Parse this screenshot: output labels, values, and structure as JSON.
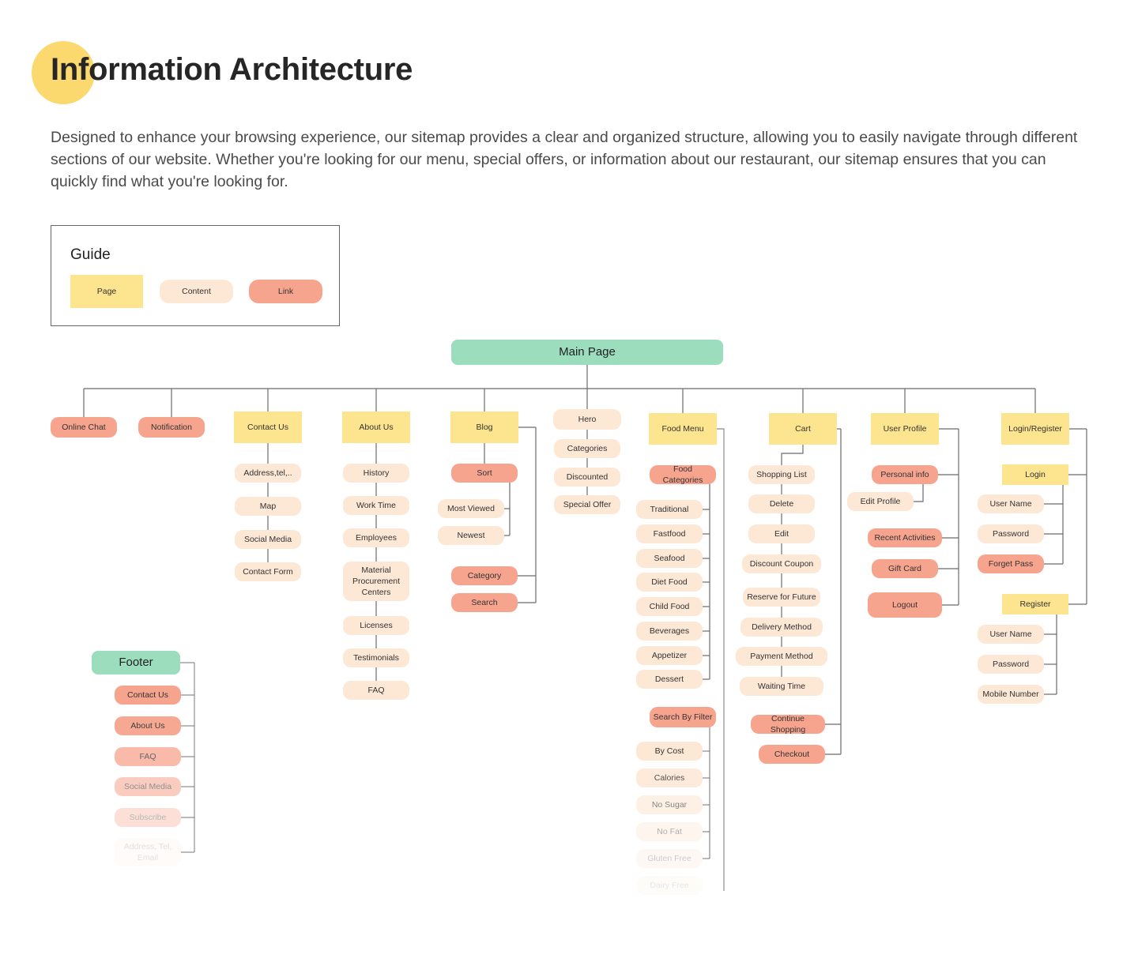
{
  "title": "Information Architecture",
  "intro": "Designed to enhance your browsing experience, our sitemap provides a clear and organized structure, allowing you to easily navigate through different sections of our website. Whether you're looking for our menu, special offers, or information about our restaurant, our sitemap ensures that you can quickly find what you're looking for.",
  "guide": {
    "title": "Guide",
    "page_label": "Page",
    "content_label": "Content",
    "link_label": "Link"
  },
  "colors": {
    "page": "#fde48e",
    "content": "#fde7d5",
    "link": "#f7a48e",
    "main": "#9bddbd",
    "connector": "#6b6b6b",
    "accent_dot": "#fcd96e"
  },
  "sitemap": {
    "root": "Main Page",
    "sections": [
      {
        "label": "Online Chat",
        "kind": "link",
        "children": []
      },
      {
        "label": "Notification",
        "kind": "link",
        "children": []
      },
      {
        "label": "Contact Us",
        "kind": "page",
        "children": [
          {
            "label": "Address,tel,..",
            "kind": "content"
          },
          {
            "label": "Map",
            "kind": "content"
          },
          {
            "label": "Social Media",
            "kind": "content"
          },
          {
            "label": "Contact  Form",
            "kind": "content"
          }
        ]
      },
      {
        "label": "About Us",
        "kind": "page",
        "children": [
          {
            "label": "History",
            "kind": "content"
          },
          {
            "label": "Work Time",
            "kind": "content"
          },
          {
            "label": "Employees",
            "kind": "content"
          },
          {
            "label": "Material Procurement Centers",
            "kind": "content"
          },
          {
            "label": "Licenses",
            "kind": "content"
          },
          {
            "label": "Testimonials",
            "kind": "content"
          },
          {
            "label": "FAQ",
            "kind": "content"
          }
        ]
      },
      {
        "label": "Blog",
        "kind": "page",
        "children": [
          {
            "label": "Sort",
            "kind": "link",
            "children": [
              {
                "label": "Most Viewed",
                "kind": "content"
              },
              {
                "label": "Newest",
                "kind": "content"
              }
            ]
          },
          {
            "label": "Category",
            "kind": "link"
          },
          {
            "label": "Search",
            "kind": "link"
          }
        ]
      },
      {
        "label": "Hero",
        "kind": "content",
        "children": [
          {
            "label": "Categories",
            "kind": "content"
          },
          {
            "label": "Discounted",
            "kind": "content"
          },
          {
            "label": "Special Offer",
            "kind": "content"
          }
        ]
      },
      {
        "label": "Food Menu",
        "kind": "page",
        "children": [
          {
            "label": "Food Categories",
            "kind": "link",
            "children": [
              {
                "label": "Traditional",
                "kind": "content"
              },
              {
                "label": "Fastfood",
                "kind": "content"
              },
              {
                "label": "Seafood",
                "kind": "content"
              },
              {
                "label": "Diet Food",
                "kind": "content"
              },
              {
                "label": "Child Food",
                "kind": "content"
              },
              {
                "label": "Beverages",
                "kind": "content"
              },
              {
                "label": "Appetizer",
                "kind": "content"
              },
              {
                "label": "Dessert",
                "kind": "content"
              }
            ]
          },
          {
            "label": "Search By Filter",
            "kind": "link",
            "children": [
              {
                "label": "By Cost",
                "kind": "content"
              },
              {
                "label": "Calories",
                "kind": "content"
              },
              {
                "label": "No Sugar",
                "kind": "content"
              },
              {
                "label": "No Fat",
                "kind": "content"
              },
              {
                "label": "Gluten Free",
                "kind": "content"
              },
              {
                "label": "Dairy Free",
                "kind": "content"
              }
            ]
          }
        ]
      },
      {
        "label": "Cart",
        "kind": "page",
        "children": [
          {
            "label": "Shopping List",
            "kind": "content",
            "children": [
              {
                "label": "Delete",
                "kind": "content"
              },
              {
                "label": "Edit",
                "kind": "content"
              },
              {
                "label": "Discount Coupon",
                "kind": "content"
              },
              {
                "label": "Reserve for Future",
                "kind": "content"
              },
              {
                "label": "Delivery Method",
                "kind": "content"
              },
              {
                "label": "Payment Method",
                "kind": "content"
              },
              {
                "label": "Waiting Time",
                "kind": "content"
              }
            ]
          },
          {
            "label": "Continue Shopping",
            "kind": "link"
          },
          {
            "label": "Checkout",
            "kind": "link"
          }
        ]
      },
      {
        "label": "User Profile",
        "kind": "page",
        "children": [
          {
            "label": "Personal info",
            "kind": "link",
            "children": [
              {
                "label": "Edit Profile",
                "kind": "content"
              }
            ]
          },
          {
            "label": "Recent Activities",
            "kind": "link"
          },
          {
            "label": "Gift Card",
            "kind": "link"
          },
          {
            "label": "Logout",
            "kind": "link"
          }
        ]
      },
      {
        "label": "Login/Register",
        "kind": "page",
        "children": [
          {
            "label": "Login",
            "kind": "page",
            "children": [
              {
                "label": "User Name",
                "kind": "content"
              },
              {
                "label": "Password",
                "kind": "content"
              },
              {
                "label": "Forget Pass",
                "kind": "link"
              }
            ]
          },
          {
            "label": "Register",
            "kind": "page",
            "children": [
              {
                "label": "User Name",
                "kind": "content"
              },
              {
                "label": "Password",
                "kind": "content"
              },
              {
                "label": "Mobile Number",
                "kind": "content"
              }
            ]
          }
        ]
      }
    ],
    "footer": {
      "label": "Footer",
      "children": [
        {
          "label": "Contact Us",
          "kind": "link"
        },
        {
          "label": "About Us",
          "kind": "link"
        },
        {
          "label": "FAQ",
          "kind": "link"
        },
        {
          "label": "Social Media",
          "kind": "link"
        },
        {
          "label": "Subscribe",
          "kind": "link"
        },
        {
          "label": "Address, Tel, Email",
          "kind": "content"
        }
      ]
    }
  }
}
